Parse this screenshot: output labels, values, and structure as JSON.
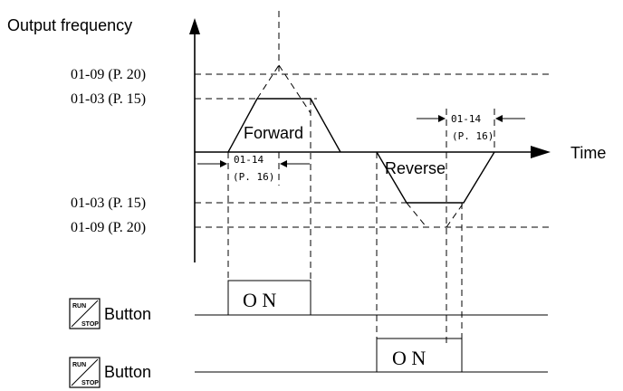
{
  "axes": {
    "y_label": "Output frequency",
    "x_label": "Time"
  },
  "levels": {
    "upper_max": "01-09 (P. 20)",
    "upper_acc": "01-03 (P. 15)",
    "lower_acc": "01-03 (P. 15)",
    "lower_max": "01-09 (P. 20)"
  },
  "regions": {
    "forward": "Forward",
    "reverse": "Reverse"
  },
  "intervals": {
    "forward_param": "01-14",
    "forward_param_ref": "(P. 16)",
    "reverse_param": "01-14",
    "reverse_param_ref": "(P. 16)"
  },
  "signals": [
    {
      "key_top": "RUN",
      "key_bottom": "STOP",
      "label": "Button",
      "state": "O N"
    },
    {
      "key_top": "RUN",
      "key_bottom": "STOP",
      "label": "Button",
      "state": "O N"
    }
  ]
}
